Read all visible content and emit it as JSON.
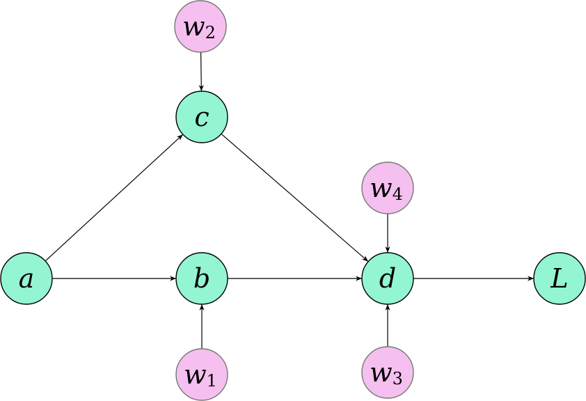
{
  "colors": {
    "main_node_fill": "#93f5d2",
    "weight_node_fill": "#f5bff0",
    "edge_color": "#000000"
  },
  "nodes": {
    "a": {
      "label": "a",
      "sub": ""
    },
    "b": {
      "label": "b",
      "sub": ""
    },
    "c": {
      "label": "c",
      "sub": ""
    },
    "d": {
      "label": "d",
      "sub": ""
    },
    "L": {
      "label": "L",
      "sub": ""
    },
    "w1": {
      "label": "w",
      "sub": "1"
    },
    "w2": {
      "label": "w",
      "sub": "2"
    },
    "w3": {
      "label": "w",
      "sub": "3"
    },
    "w4": {
      "label": "w",
      "sub": "4"
    }
  },
  "edges": [
    {
      "from": "a",
      "to": "c"
    },
    {
      "from": "a",
      "to": "b"
    },
    {
      "from": "w2",
      "to": "c"
    },
    {
      "from": "c",
      "to": "d"
    },
    {
      "from": "b",
      "to": "d"
    },
    {
      "from": "w1",
      "to": "b"
    },
    {
      "from": "w4",
      "to": "d"
    },
    {
      "from": "w3",
      "to": "d"
    },
    {
      "from": "d",
      "to": "L"
    }
  ]
}
